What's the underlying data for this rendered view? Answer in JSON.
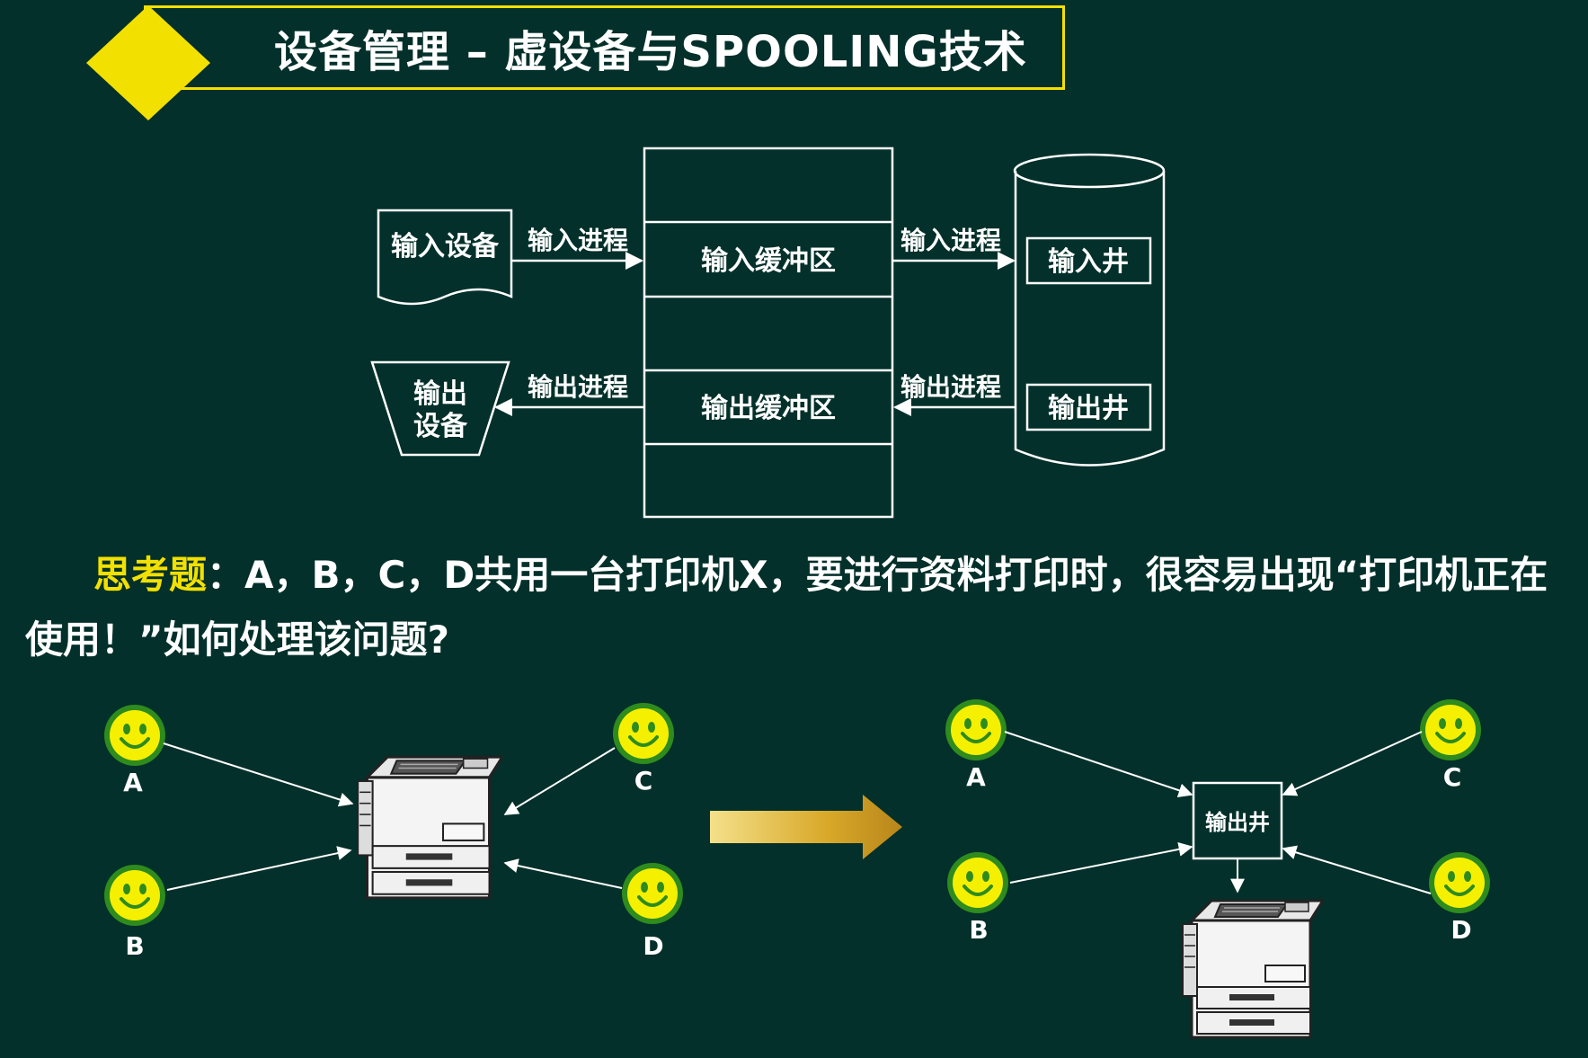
{
  "title": "设备管理 – 虚设备与SPOOLING技术",
  "spooling": {
    "input_device": "输入设备",
    "output_device_line1": "输出",
    "output_device_line2": "设备",
    "input_process_left": "输入进程",
    "output_process_left": "输出进程",
    "input_buffer": "输入缓冲区",
    "output_buffer": "输出缓冲区",
    "input_process_right": "输入进程",
    "output_process_right": "输出进程",
    "input_well": "输入井",
    "output_well": "输出井"
  },
  "question": {
    "lead": "思考题",
    "text": "：A，B，C，D共用一台打印机X，要进行资料打印时，很容易出现“打印机正在使用！”如何处理该问题?"
  },
  "scenario": {
    "users": [
      "A",
      "B",
      "C",
      "D"
    ],
    "after_well_label": "输出井"
  },
  "colors": {
    "background": "#03302a",
    "accent_yellow": "#f2e000",
    "smiley_fill": "#f5f000",
    "smiley_ring": "#2e8b1e",
    "arrow_gold": "#d4a017"
  }
}
